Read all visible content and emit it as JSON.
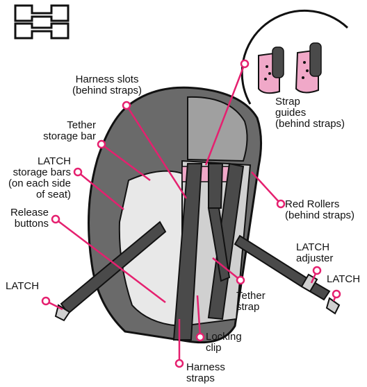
{
  "labels": {
    "harness_slots": [
      "Harness slots",
      "(behind straps)"
    ],
    "strap_guides": [
      "Strap",
      "guides",
      "(behind straps)"
    ],
    "tether_storage_bar": [
      "Tether",
      "storage bar"
    ],
    "latch_storage_bars": [
      "LATCH",
      "storage bars",
      "(on each side",
      "of seat)"
    ],
    "release_buttons": [
      "Release",
      "buttons"
    ],
    "red_rollers": [
      "Red Rollers",
      "(behind straps)"
    ],
    "latch_adjuster": [
      "LATCH",
      "adjuster"
    ],
    "latch_left": [
      "LATCH"
    ],
    "latch_right": [
      "LATCH"
    ],
    "tether_strap": [
      "Tether",
      "strap"
    ],
    "locking_clip": [
      "Locking",
      "clip"
    ],
    "harness_straps": [
      "Harness",
      "straps"
    ]
  },
  "colors": {
    "callout": "#e5206f",
    "accent_pink": "#f0a8c8",
    "strap": "#4a4a4a",
    "shell": "#6a6a6a",
    "shell_light": "#e8e8e8",
    "outline": "#111111"
  },
  "icons": [
    "seat-type-icon"
  ]
}
